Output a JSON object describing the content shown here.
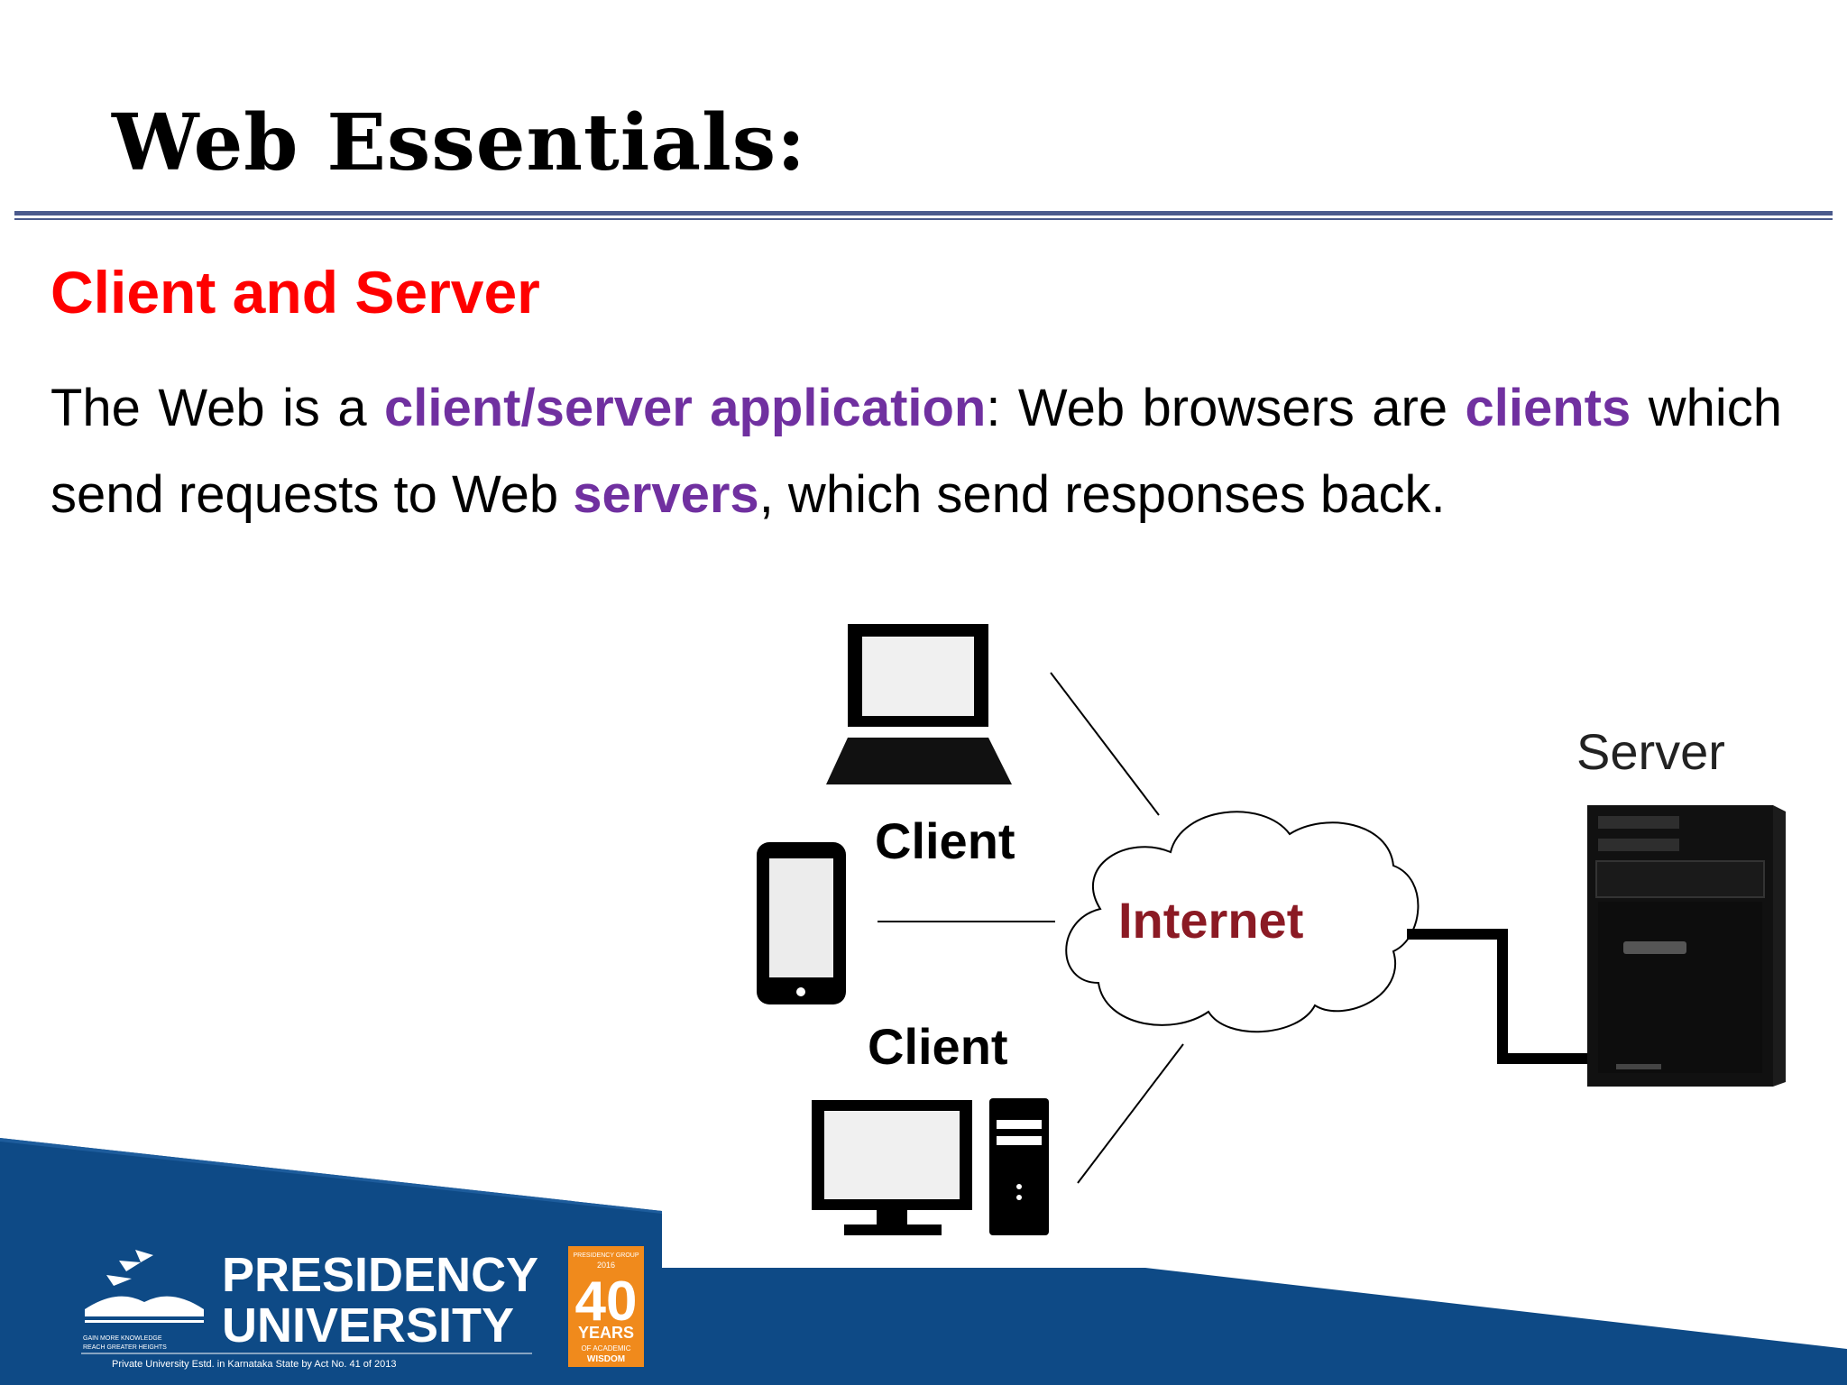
{
  "slide": {
    "title": "Web Essentials:",
    "subtitle": "Client and Server",
    "body": {
      "t1": "The Web is a ",
      "h1": "client/server application",
      "t2": ": Web browsers are ",
      "h2": "clients",
      "t3": " which send requests to Web ",
      "h3": "servers",
      "t4": ", which send responses back."
    }
  },
  "diagram": {
    "client_label_1": "Client",
    "client_label_2": "Client",
    "internet_label": "Internet",
    "server_label": "Server"
  },
  "logo": {
    "name_line1": "PRESIDENCY",
    "name_line2": "UNIVERSITY",
    "tagline_line1": "GAIN MORE KNOWLEDGE",
    "tagline_line2": "REACH GREATER HEIGHTS",
    "estd": "Private University Estd. in Karnataka State by Act No. 41 of 2013",
    "badge_top": "PRESIDENCY GROUP",
    "badge_year": "2016",
    "badge_num": "40",
    "badge_years": "YEARS",
    "badge_of": "OF ACADEMIC",
    "badge_wisdom": "WISDOM"
  },
  "colors": {
    "title_rule": "#4a5a8c",
    "subtitle": "#ff0000",
    "highlight": "#7030a0",
    "internet": "#8b1a24",
    "footer": "#0e4a86",
    "badge": "#f08a1c"
  }
}
